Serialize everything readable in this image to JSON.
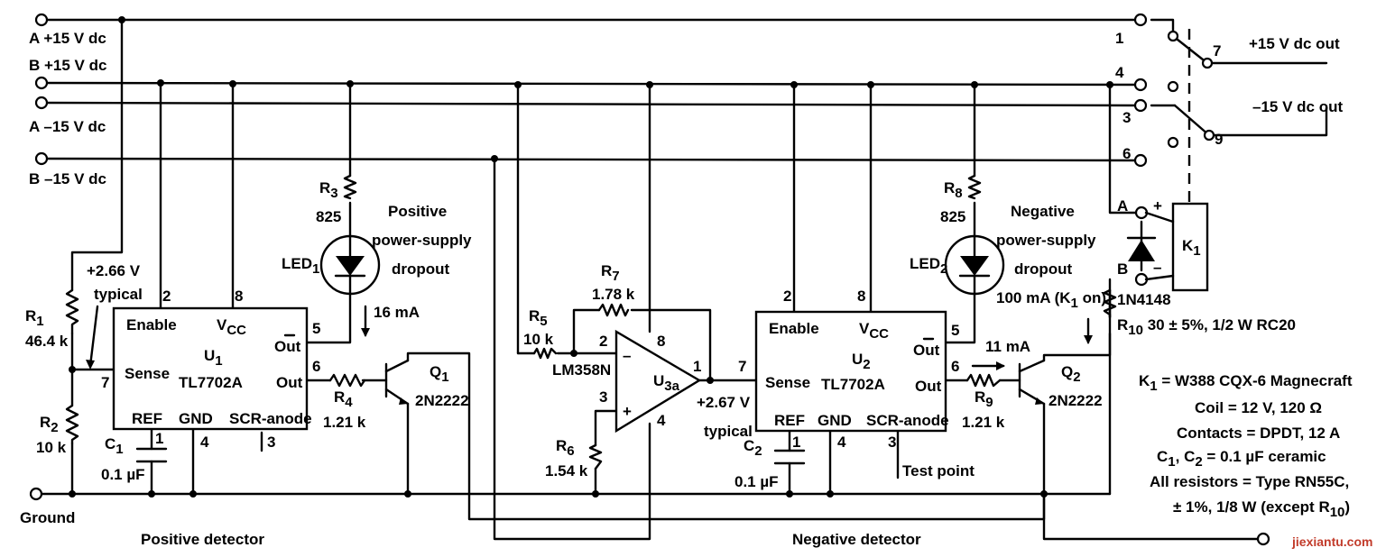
{
  "inputs": {
    "a_pos": "A  +15 V dc",
    "b_pos": "B  +15 V dc",
    "a_neg": "A  –15 V dc",
    "b_neg": "B  –15 V dc",
    "ground": "Ground"
  },
  "relay": {
    "contacts": [
      "1",
      "4",
      "3",
      "6",
      "7",
      "9"
    ],
    "out_pos": "+15 V dc out",
    "out_neg": "–15 V dc out",
    "label": "K",
    "label_sub": "1",
    "a": "A",
    "b": "B",
    "plus": "+",
    "minus": "–",
    "diode": "1N4148",
    "r10": "R",
    "r10_sub": "10",
    "r10_val": " 30 ± 5%, 1/2 W RC20",
    "current": "100 mA (K",
    "current_sub": "1",
    "current_end": " on)"
  },
  "positive": {
    "title": "Positive detector",
    "voltage": "+2.66 V",
    "voltage2": "typical",
    "r1": "R",
    "r1_sub": "1",
    "r1_val": "46.4 k",
    "r2": "R",
    "r2_sub": "2",
    "r2_val": "10 k",
    "r3": "R",
    "r3_sub": "3",
    "r3_val": "825",
    "r4": "R",
    "r4_sub": "4",
    "r4_val": "1.21 k",
    "c1": "C",
    "c1_sub": "1",
    "c1_val": "0.1 µF",
    "led": "LED",
    "led_sub": "1",
    "note1": "Positive",
    "note2": "power-supply",
    "note3": "dropout",
    "current": "16 mA",
    "q": "Q",
    "q_sub": "1",
    "q_type": "2N2222",
    "u": "U",
    "u_sub": "1",
    "u_type": "TL7702A",
    "pins": {
      "enable": "Enable",
      "vcc": "V",
      "vcc_sub": "CC",
      "out_bar": "Out",
      "out": "Out",
      "sense": "Sense",
      "ref": "REF",
      "gnd": "GND",
      "scr": "SCR-anode"
    },
    "pin_nums": [
      "2",
      "8",
      "5",
      "6",
      "7",
      "1",
      "4",
      "3"
    ]
  },
  "opamp": {
    "r5": "R",
    "r5_sub": "5",
    "r5_val": "10 k",
    "r6": "R",
    "r6_sub": "6",
    "r6_val": "1.54 k",
    "r7": "R",
    "r7_sub": "7",
    "r7_val": "1.78 k",
    "type": "LM358N",
    "u": "U",
    "u_sub": "3a",
    "pins": [
      "2",
      "3",
      "8",
      "4",
      "1"
    ],
    "minus": "–",
    "plus": "+",
    "voltage": "+2.67 V",
    "voltage2": "typical"
  },
  "negative": {
    "title": "Negative detector",
    "r8": "R",
    "r8_sub": "8",
    "r8_val": "825",
    "r9": "R",
    "r9_sub": "9",
    "r9_val": "1.21 k",
    "c2": "C",
    "c2_sub": "2",
    "c2_val": "0.1 µF",
    "led": "LED",
    "led_sub": "2",
    "note1": "Negative",
    "note2": "power-supply",
    "note3": "dropout",
    "current": "11 mA",
    "q": "Q",
    "q_sub": "2",
    "q_type": "2N2222",
    "u": "U",
    "u_sub": "2",
    "u_type": "TL7702A",
    "test": "Test point",
    "pin_nums": [
      "2",
      "8",
      "5",
      "6",
      "7",
      "1",
      "4",
      "3"
    ]
  },
  "notes": {
    "l1": "K",
    "l1_sub": "1",
    "l1_rest": " = W388 CQX-6 Magnecraft",
    "l2": "Coil = 12 V, 120 Ω",
    "l3": "Contacts = DPDT, 12 A",
    "l4a": "C",
    "l4a_sub": "1",
    "l4b": ", C",
    "l4b_sub": "2",
    "l4c": " = 0.1 µF ceramic",
    "l5": "All resistors = Type RN55C,",
    "l6": "± 1%, 1/8 W (except R",
    "l6_sub": "10",
    "l6_end": ")"
  },
  "watermark": "jiexiantu.com"
}
